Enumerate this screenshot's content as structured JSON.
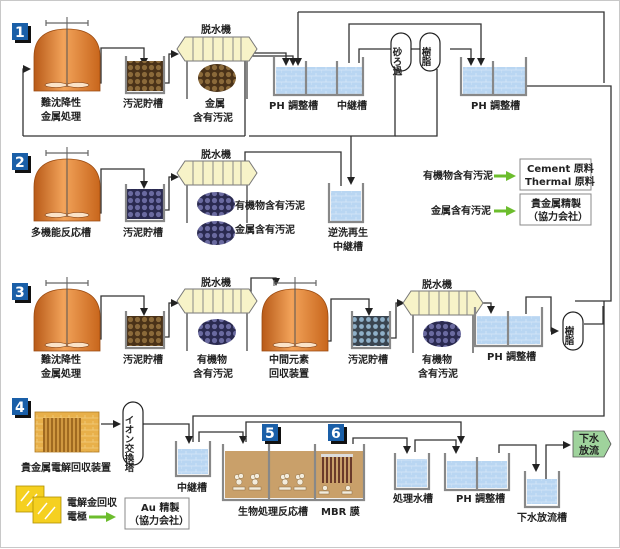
{
  "diagram": {
    "colors": {
      "badge": "#1a5fa8",
      "reactor_orange": "#d9772a",
      "water_blue": "#b9d6f2",
      "sludge_brown": "#6b4a26",
      "sludge_purple": "#3c3c6e",
      "bio_tan": "#c9a06a",
      "green_arrow": "#6cbd2d",
      "discharge_green": "#9fd39c"
    },
    "sections": [
      {
        "badge": "1",
        "reactor": [
          "難沈降性",
          "金属処理"
        ],
        "sludge_tank": "汚泥貯槽",
        "dewatering": "脱水機",
        "cake": [
          "金属",
          "含有汚泥"
        ],
        "ph_tank": "PH 調整槽",
        "relay_tank": "中継槽",
        "sand_filter": "砂ろ過",
        "resin": "樹脂",
        "ph_tank2": "PH 調整槽"
      },
      {
        "badge": "2",
        "reactor": "多機能反応槽",
        "sludge_tank": "汚泥貯槽",
        "dewatering": "脱水機",
        "cake_organic": "有機物含有汚泥",
        "cake_metal": "金属含有汚泥",
        "backwash_tank": [
          "逆洗再生",
          "中継槽"
        ]
      },
      {
        "badge": "3",
        "reactor": [
          "難沈降性",
          "金属処理"
        ],
        "sludge_tank": "汚泥貯槽",
        "dewatering": "脱水機",
        "cake": [
          "有機物",
          "含有汚泥"
        ],
        "recovery": [
          "中間元素",
          "回収装置"
        ],
        "sludge_tank2": "汚泥貯槽",
        "dewatering2": "脱水機",
        "cake2": [
          "有機物",
          "含有汚泥"
        ],
        "ph_tank": "PH 調整槽",
        "resin": "樹脂"
      },
      {
        "badge": "4",
        "electrolysis": "貴金属電解回収装置",
        "ion_exchange": "イオン交換塔",
        "relay_tank": "中継槽",
        "electrode": [
          "電解金回収",
          "電極"
        ],
        "au_box": [
          "Au 精製",
          "（協力会社）"
        ]
      }
    ],
    "legend": [
      {
        "source": "有機物含有汚泥",
        "target": [
          "Cement 原料",
          "Thermal 原料"
        ]
      },
      {
        "source": "金属含有汚泥",
        "target": [
          "貴金属精製",
          "（協力会社）"
        ]
      }
    ],
    "bottom": {
      "badge5": "5",
      "badge6": "6",
      "bio_reactor": "生物処理反応槽",
      "mbr": "MBR 膜",
      "treated_tank": "処理水槽",
      "ph_tank": "PH 調整槽",
      "sewer_tank": "下水放流槽",
      "sewer_out": [
        "下水",
        "放流"
      ]
    }
  }
}
